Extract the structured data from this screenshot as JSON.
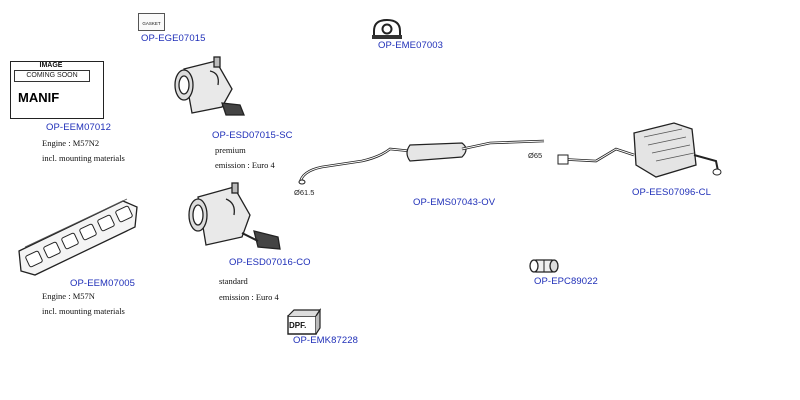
{
  "parts": {
    "gasket": {
      "code": "OP-EGE07015",
      "icon_label": "GASKET",
      "icon": "gasket-icon"
    },
    "mount": {
      "code": "OP-EME07003",
      "icon": "rubber-mount-icon"
    },
    "manifold_n2": {
      "code": "OP-EEM07012",
      "placeholder_top": "IMAGE",
      "placeholder_sub": "COMING SOON",
      "placeholder_main": "MANIF",
      "engine": "Engine : M57N2",
      "incl": "incl. mounting materials"
    },
    "dpf_premium": {
      "code": "OP-ESD07015-SC",
      "line1": "premium",
      "line2": "emission : Euro 4",
      "icon": "dpf-catalyst-icon"
    },
    "dpf_standard": {
      "code": "OP-ESD07016-CO",
      "line1": "standard",
      "line2": "emission : Euro 4",
      "icon": "dpf-catalyst-icon"
    },
    "mid_silencer": {
      "code": "OP-EMS07043-OV",
      "dim_left": "Ø61.5",
      "dim_right": "Ø65",
      "icon": "middle-silencer-icon"
    },
    "rear_silencer": {
      "code": "OP-EES07096-CL",
      "icon": "rear-silencer-icon"
    },
    "manifold_n": {
      "code": "OP-EEM07005",
      "engine": "Engine : M57N",
      "incl": "incl. mounting materials",
      "icon": "exhaust-manifold-icon"
    },
    "clamp": {
      "code": "OP-EPC89022",
      "icon": "pipe-clamp-icon"
    },
    "dpf_kit": {
      "code": "OP-EMK87228",
      "icon_label": "DPF.",
      "icon": "dpf-kit-box-icon"
    }
  }
}
